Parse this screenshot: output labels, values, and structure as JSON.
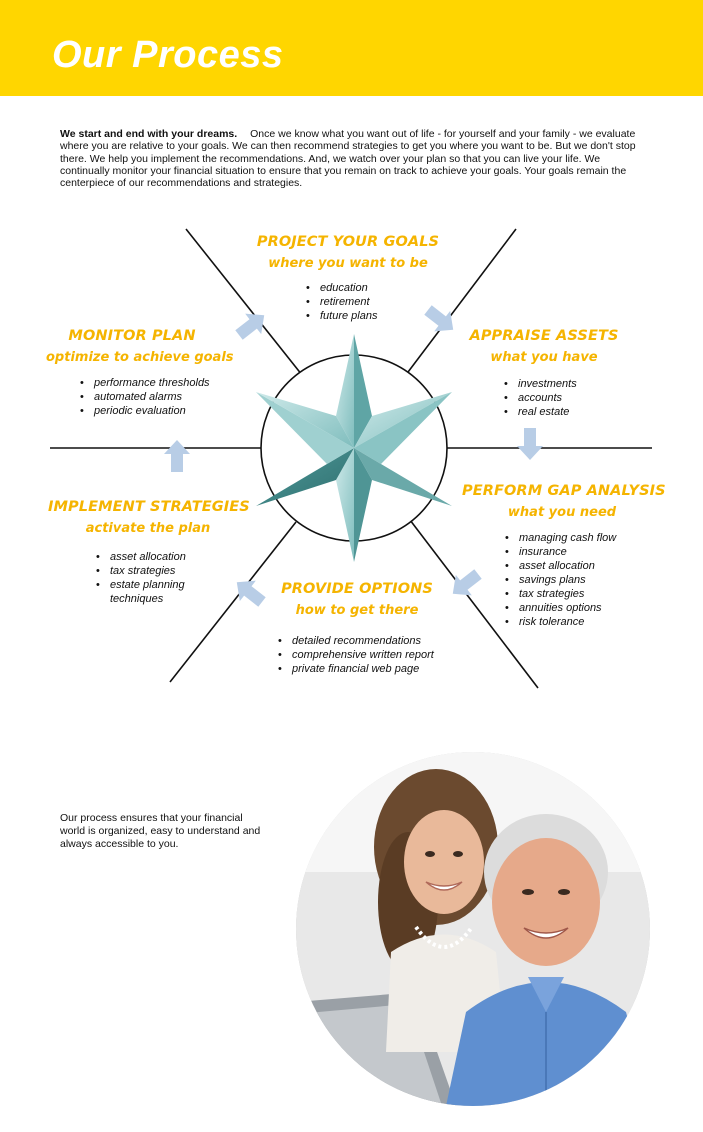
{
  "header": {
    "title": "Our Process",
    "color": "#ffd600"
  },
  "intro": {
    "lead": "We start and end with your dreams.",
    "body": "Once we know what you want out of life - for yourself and your family - we evaluate where you are relative to your goals.  We can then recommend strategies to get you where you want to be.  But we don't stop there.  We help you implement the recommendations.  And, we watch over your plan so that you can live your life.  We continually monitor your financial situation to ensure that you remain on track to achieve your goals.  Your goals remain the centerpiece of our recommendations and strategies."
  },
  "diagram": {
    "accent_color": "#f5b400",
    "arrow_color": "#b8cde6",
    "star_color": "#6fb3b3",
    "stages": {
      "project": {
        "title": "PROJECT YOUR GOALS",
        "sub": "where you want to be",
        "items": [
          "education",
          "retirement",
          "future plans"
        ]
      },
      "appraise": {
        "title": "APPRAISE ASSETS",
        "sub": "what you have",
        "items": [
          "investments",
          "accounts",
          "real estate"
        ]
      },
      "gap": {
        "title": "PERFORM GAP ANALYSIS",
        "sub": "what you need",
        "items": [
          "managing cash flow",
          "insurance",
          "asset allocation",
          "savings plans",
          "tax strategies",
          "annuities options",
          "risk tolerance"
        ]
      },
      "options": {
        "title": "PROVIDE OPTIONS",
        "sub": "how to get there",
        "items": [
          "detailed recommendations",
          "comprehensive written report",
          "private financial web page"
        ]
      },
      "implement": {
        "title": "IMPLEMENT STRATEGIES",
        "sub": "activate the plan",
        "items": [
          "asset allocation",
          "tax strategies",
          "estate planning techniques"
        ]
      },
      "monitor": {
        "title": "MONITOR PLAN",
        "sub": "optimize to achieve goals",
        "items": [
          "performance thresholds",
          "automated alarms",
          "periodic evaluation"
        ]
      }
    }
  },
  "closing": {
    "text": "Our process ensures that your financial world is organized, easy to understand and always accessible to you."
  },
  "photo": {
    "description_icon": "couple-photo"
  }
}
